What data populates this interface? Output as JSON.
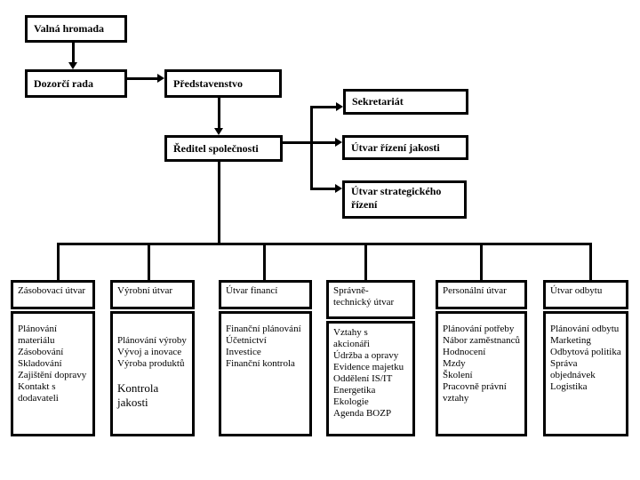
{
  "diagram": {
    "type": "organizational-chart",
    "colors": {
      "line": "#000000",
      "background": "#ffffff",
      "box_background": "#ffffff",
      "text": "#000000"
    },
    "nodes": {
      "valna_hromada": "Valná hromada",
      "dozorci_rada": "Dozorčí rada",
      "predstavenstvo": "Představenstvo",
      "reditel_spolecnosti": "Ředitel společnosti",
      "sekretariat": "Sekretariát",
      "utvar_rizeni_jakosti": "Útvar řízení jakosti",
      "utvar_strategickeho_rizeni": "Útvar strategického\nřízení"
    },
    "departments": [
      {
        "title": "Zásobovací útvar",
        "body": "Plánování\nmateriálu\nZásobování\nSkladování\nZajištění dopravy\nKontakt s\ndodavateli"
      },
      {
        "title": "Výrobní útvar",
        "body": "Plánování výroby\nVývoj a inovace\nVýroba produktů",
        "body_large": "Kontrola jakosti"
      },
      {
        "title": "Útvar financí",
        "body": "Finanční plánování\nÚčetnictví\nInvestice\nFinanční kontrola"
      },
      {
        "title": "Správně-\ntechnický útvar",
        "body": "Vztahy s\nakcionáři\nÚdržba a opravy\nEvidence majetku\nOddělení IS/IT\nEnergetika\nEkologie\nAgenda BOZP"
      },
      {
        "title": "Personální útvar",
        "body": "Plánování potřeby\nNábor zaměstnanců\nHodnocení\nMzdy\nŠkolení\nPracovně právní\nvztahy"
      },
      {
        "title": "Útvar odbytu",
        "body": "Plánování odbytu\nMarketing\nOdbytová politika\nSpráva\nobjednávek\nLogistika"
      }
    ]
  }
}
